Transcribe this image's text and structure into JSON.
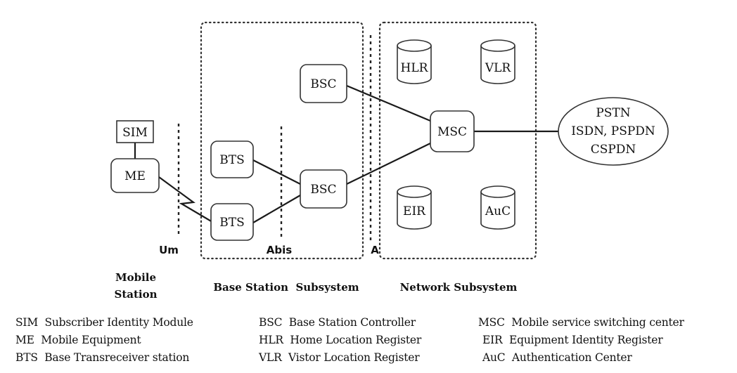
{
  "nodes": {
    "sim": "SIM",
    "me": "ME",
    "bts_top": "BTS",
    "bts_bottom": "BTS",
    "bsc_top": "BSC",
    "bsc_bottom": "BSC",
    "msc": "MSC",
    "hlr": "HLR",
    "vlr": "VLR",
    "eir": "EIR",
    "auc": "AuC",
    "pstn_lines": [
      "PSTN",
      "ISDN, PSPDN",
      "CSPDN"
    ]
  },
  "interfaces": {
    "um": "Um",
    "abis": "Abis",
    "a": "A"
  },
  "groups": {
    "mobile_station": [
      "Mobile",
      "Station"
    ],
    "base_station_subsystem": "Base Station  Subsystem",
    "network_subsystem": "Network Subsystem"
  },
  "legend": [
    {
      "abbr": "SIM",
      "full": "Subscriber Identity Module"
    },
    {
      "abbr": "ME",
      "full": "Mobile Equipment"
    },
    {
      "abbr": "BTS",
      "full": "Base Transreceiver station"
    },
    {
      "abbr": "BSC",
      "full": "Base Station Controller"
    },
    {
      "abbr": "HLR",
      "full": "Home Location Register"
    },
    {
      "abbr": "VLR",
      "full": "Vistor Location Register"
    },
    {
      "abbr": "MSC",
      "full": "Mobile service switching center"
    },
    {
      "abbr": "EIR",
      "full": "Equipment Identity Register"
    },
    {
      "abbr": "AuC",
      "full": "Authentication Center"
    }
  ]
}
